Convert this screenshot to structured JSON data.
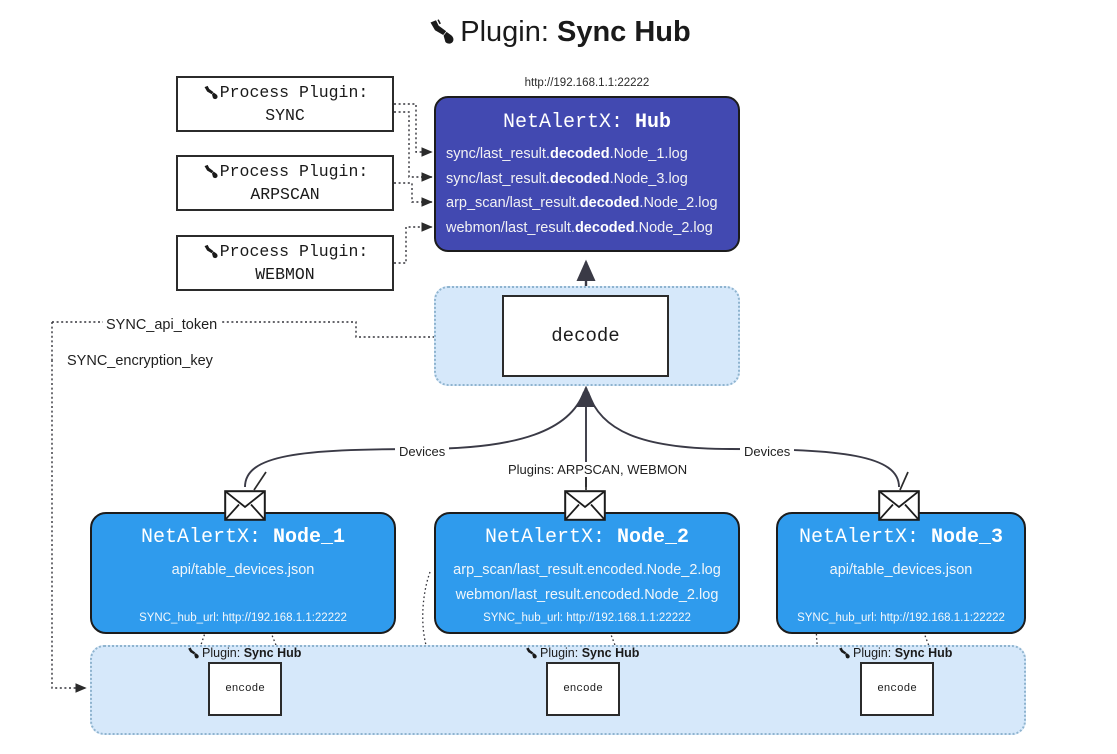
{
  "title": {
    "icon": "plug-icon",
    "prefix": "Plugin:",
    "name": "Sync Hub"
  },
  "hub": {
    "url_caption": "http://192.168.1.1:22222",
    "label_prefix": "NetAlertX:",
    "label_name": "Hub",
    "logs": [
      {
        "pre": "sync/last_result.",
        "mid": "decoded",
        "post": ".Node_1.log"
      },
      {
        "pre": "sync/last_result.",
        "mid": "decoded",
        "post": ".Node_3.log"
      },
      {
        "pre": "arp_scan/last_result.",
        "mid": "decoded",
        "post": ".Node_2.log"
      },
      {
        "pre": "webmon/last_result.",
        "mid": "decoded",
        "post": ".Node_2.log"
      }
    ]
  },
  "process_plugins": [
    {
      "icon": "plug-icon",
      "line1": "Process Plugin:",
      "line2": "SYNC"
    },
    {
      "icon": "plug-icon",
      "line1": "Process Plugin:",
      "line2": "ARPSCAN"
    },
    {
      "icon": "plug-icon",
      "line1": "Process Plugin:",
      "line2": "WEBMON"
    }
  ],
  "decode": {
    "label": "decode"
  },
  "secrets": [
    {
      "label": "SYNC_api_token"
    },
    {
      "label": "SYNC_encryption_key"
    }
  ],
  "edge_labels": [
    {
      "label": "Devices"
    },
    {
      "label": "Plugins: ARPSCAN, WEBMON"
    },
    {
      "label": "Devices"
    }
  ],
  "nodes": [
    {
      "icon": "envelope-icon",
      "label_prefix": "NetAlertX:",
      "label_name": "Node_1",
      "lines": [
        "api/table_devices.json"
      ],
      "footer": "SYNC_hub_url: http://192.168.1.1:22222"
    },
    {
      "icon": "envelope-icon",
      "label_prefix": "NetAlertX:",
      "label_name": "Node_2",
      "lines": [
        "arp_scan/last_result.encoded.Node_2.log",
        "webmon/last_result.encoded.Node_2.log"
      ],
      "footer": "SYNC_hub_url: http://192.168.1.1:22222"
    },
    {
      "icon": "envelope-icon",
      "label_prefix": "NetAlertX:",
      "label_name": "Node_3",
      "lines": [
        "api/table_devices.json"
      ],
      "footer": "SYNC_hub_url: http://192.168.1.1:22222"
    }
  ],
  "encoders": [
    {
      "icon": "plug-icon",
      "prefix": "Plugin:",
      "name": "Sync Hub",
      "box_label": "encode"
    },
    {
      "icon": "plug-icon",
      "prefix": "Plugin:",
      "name": "Sync Hub",
      "box_label": "encode"
    },
    {
      "icon": "plug-icon",
      "prefix": "Plugin:",
      "name": "Sync Hub",
      "box_label": "encode"
    }
  ],
  "colors": {
    "hub_fill": "#4249b1",
    "node_fill": "#2f9bed",
    "band_fill": "#d6e8fa",
    "band_border": "#8fb4cf",
    "stroke": "#2b2b2b",
    "background": "#ffffff"
  }
}
